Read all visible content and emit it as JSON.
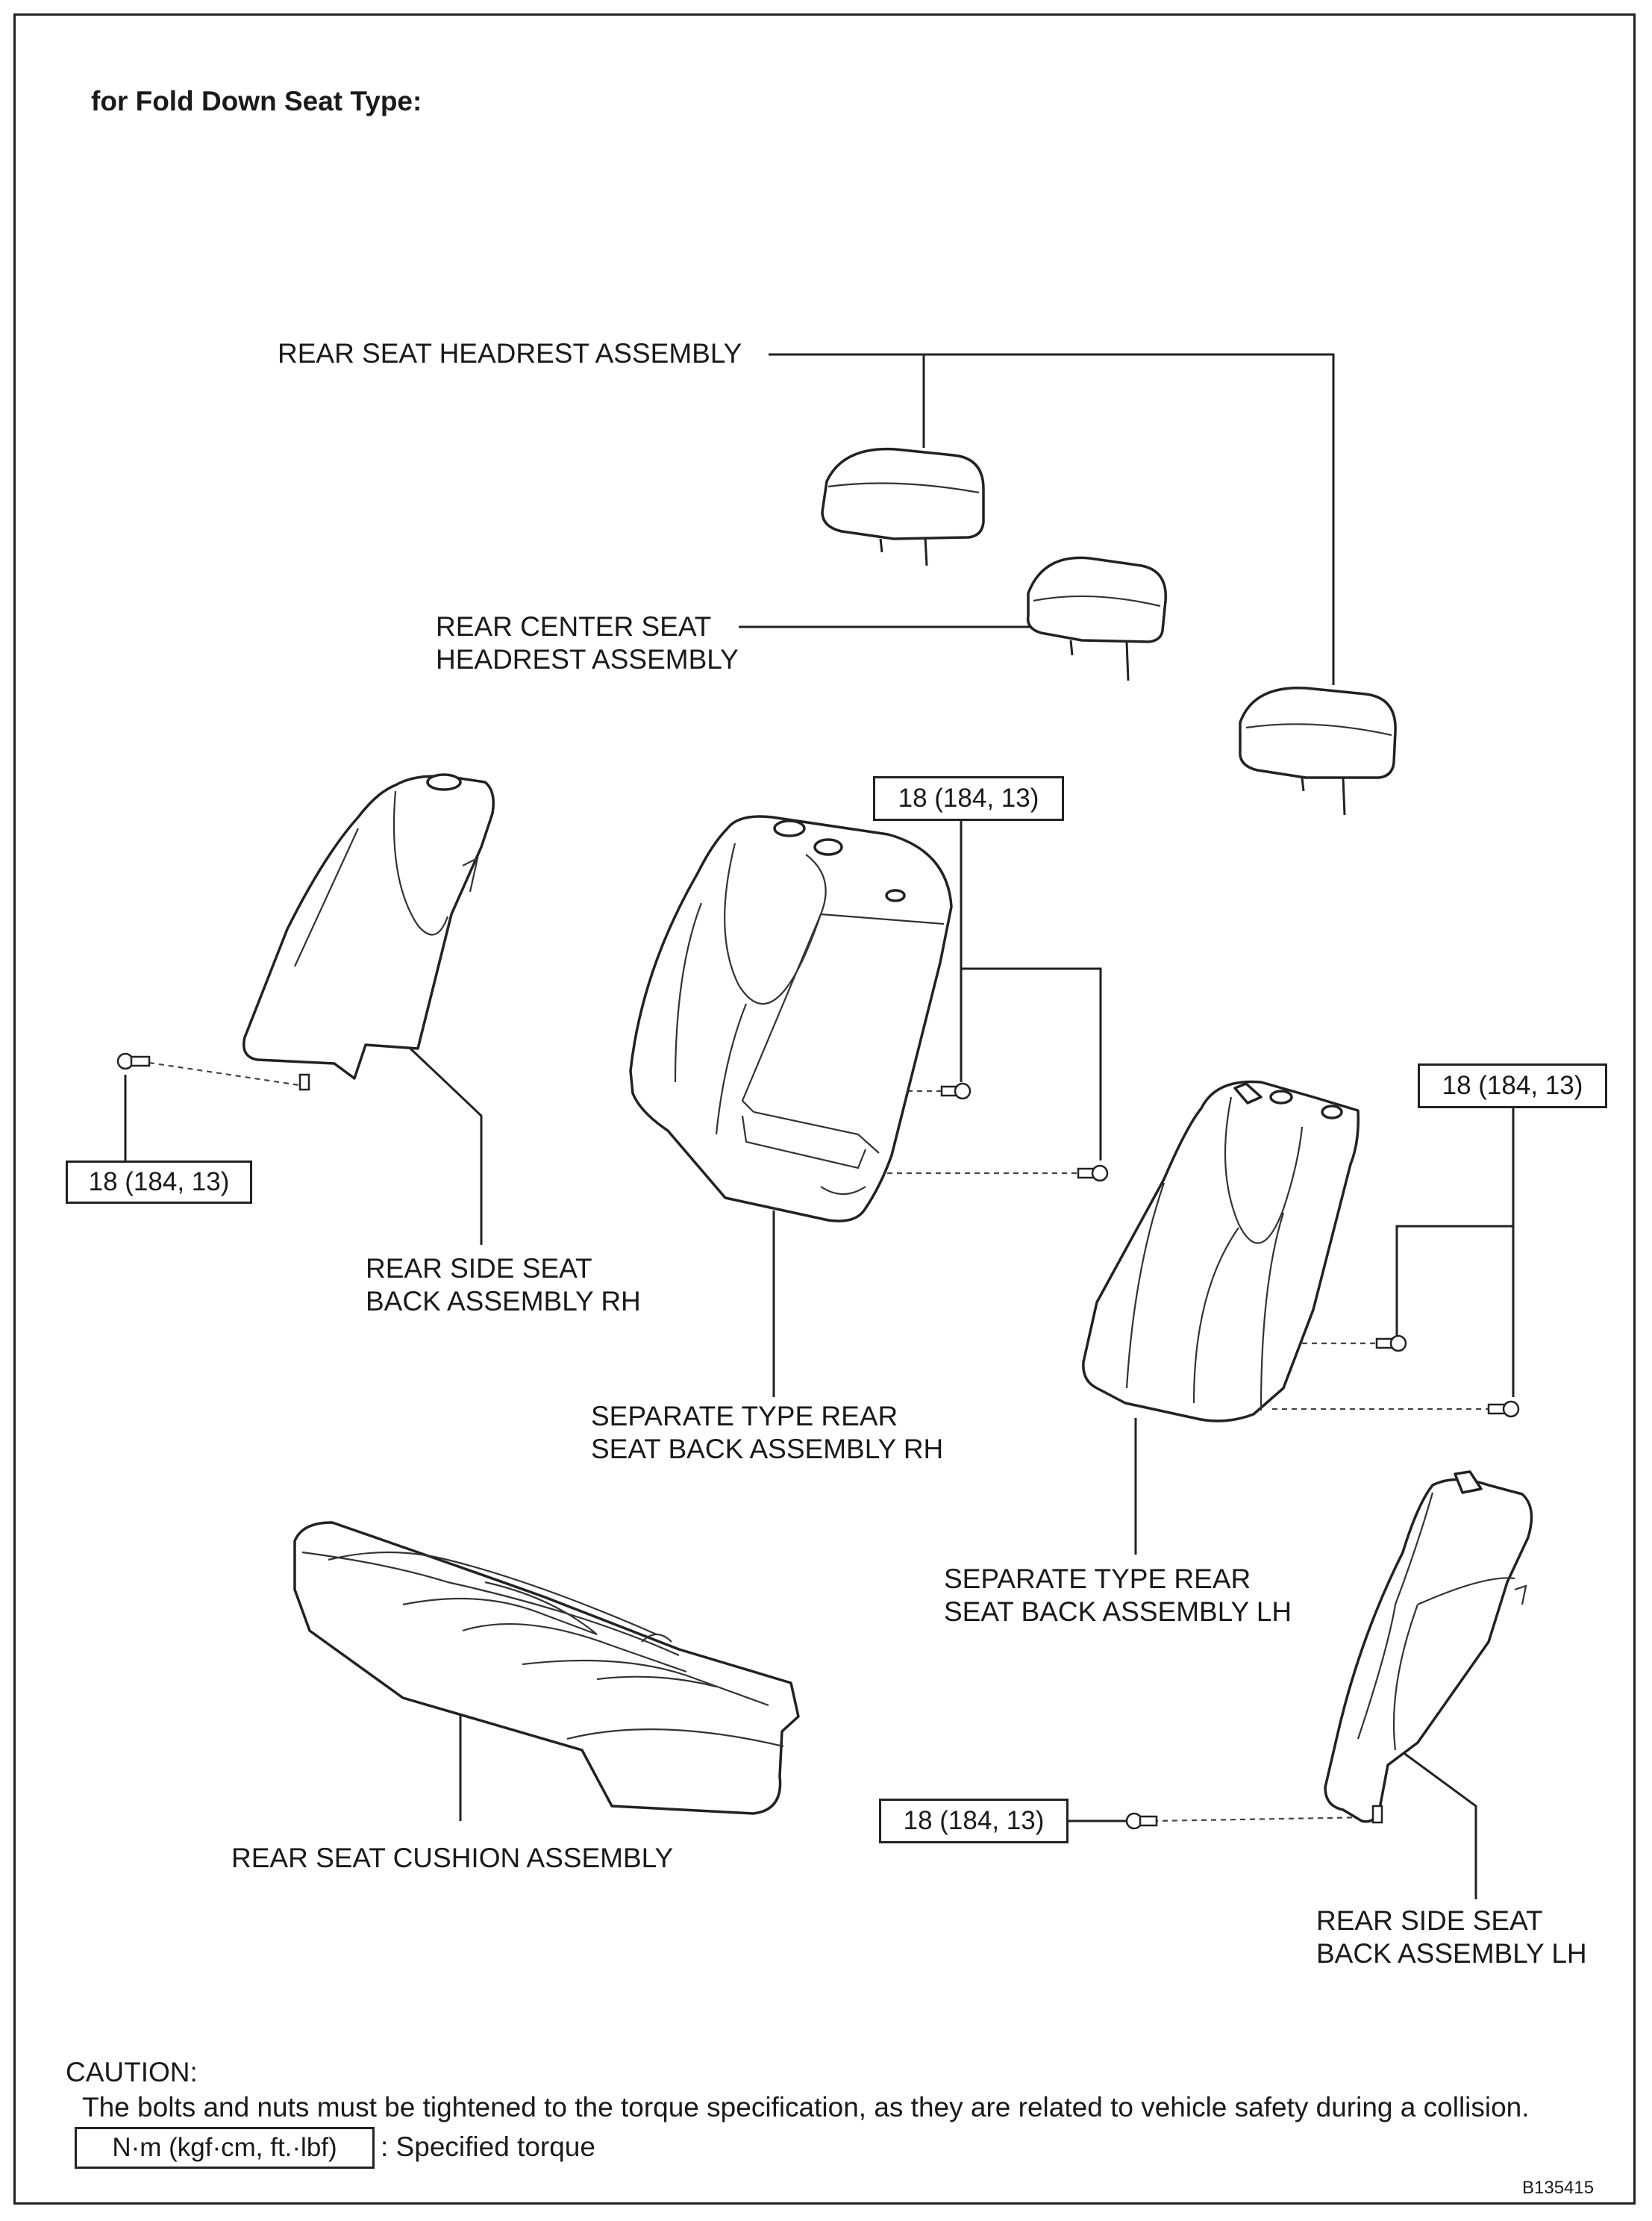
{
  "header": {
    "title": "for Fold Down Seat Type:"
  },
  "parts": {
    "rear_seat_headrest_assembly": "REAR SEAT HEADREST ASSEMBLY",
    "rear_center_seat_headrest_line1": "REAR CENTER SEAT",
    "rear_center_seat_headrest_line2": "HEADREST ASSEMBLY",
    "rear_side_seat_back_rh_line1": "REAR SIDE SEAT",
    "rear_side_seat_back_rh_line2": "BACK ASSEMBLY RH",
    "separate_rear_seat_back_rh_line1": "SEPARATE TYPE REAR",
    "separate_rear_seat_back_rh_line2": "SEAT BACK ASSEMBLY RH",
    "separate_rear_seat_back_lh_line1": "SEPARATE TYPE REAR",
    "separate_rear_seat_back_lh_line2": "SEAT BACK ASSEMBLY LH",
    "rear_seat_cushion_assembly": "REAR SEAT CUSHION ASSEMBLY",
    "rear_side_seat_back_lh_line1": "REAR SIDE SEAT",
    "rear_side_seat_back_lh_line2": "BACK ASSEMBLY LH"
  },
  "torque": {
    "center_back": "18 (184, 13)",
    "right_back": "18 (184, 13)",
    "left_side": "18 (184, 13)",
    "bottom_side": "18 (184, 13)"
  },
  "caution": {
    "heading": "CAUTION:",
    "text": "The bolts and nuts must be tightened to the torque specification, as they are related to vehicle safety during a collision.",
    "legend_box": "N·m (kgf·cm, ft.·lbf)",
    "legend_text": ": Specified torque"
  },
  "figure_id": "B135415"
}
